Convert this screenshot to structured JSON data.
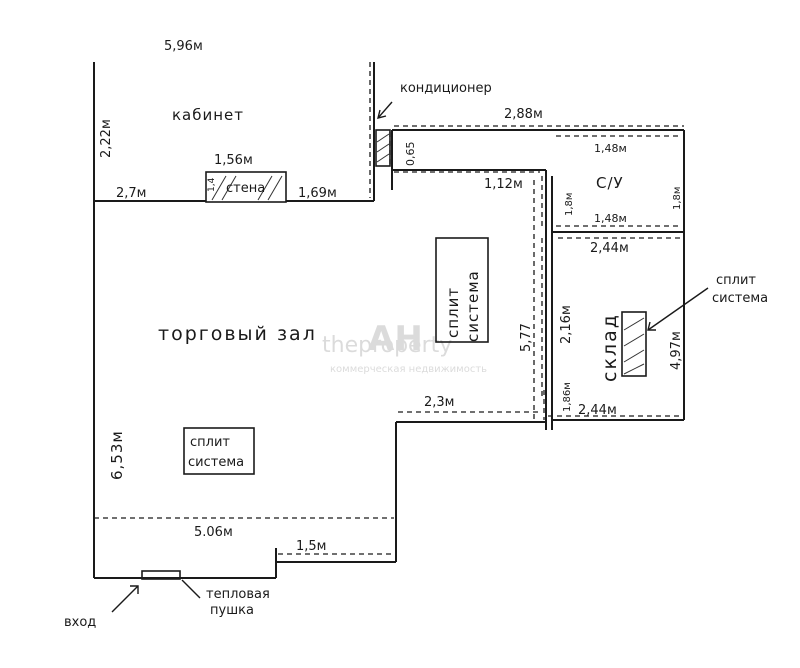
{
  "rooms": {
    "office": "кабинет",
    "sales_hall": "торговый зал",
    "toilet": "С/У",
    "storage": "склад"
  },
  "labels": {
    "wall": "стена",
    "ac": "кондиционер",
    "split_hall_center": "сплит система",
    "split_hall_left": "сплит система",
    "split_external": "сплит система",
    "entrance": "вход",
    "heat_gun": "тепловая пушка"
  },
  "dimensions": {
    "top_width": "5,96м",
    "office_height": "2,22м",
    "office_bottom_left": "2,7м",
    "wall_width": "1,56м",
    "wall_thickness": "1,4",
    "office_bottom_right": "1,69м",
    "ac_height": "0,65",
    "corridor_top": "2,88м",
    "corridor_inner": "1,12м",
    "toilet_top": "1,48м",
    "toilet_bottom": "1,48м",
    "toilet_height_left": "1,8м",
    "toilet_height_right": "1,8м",
    "storage_top": "2,44м",
    "storage_left": "2,16м",
    "storage_right": "4,97м",
    "storage_small": "1,86м",
    "storage_bottom": "2,44м",
    "hall_height_right": "5,77",
    "hall_step": "2,3м",
    "hall_left_height": "6,53м",
    "hall_bottom_width": "5.06м",
    "entrance_step": "1,5м"
  },
  "watermark": {
    "logo": "AH",
    "name": "theproperty",
    "tagline": "коммерческая недвижимость"
  }
}
